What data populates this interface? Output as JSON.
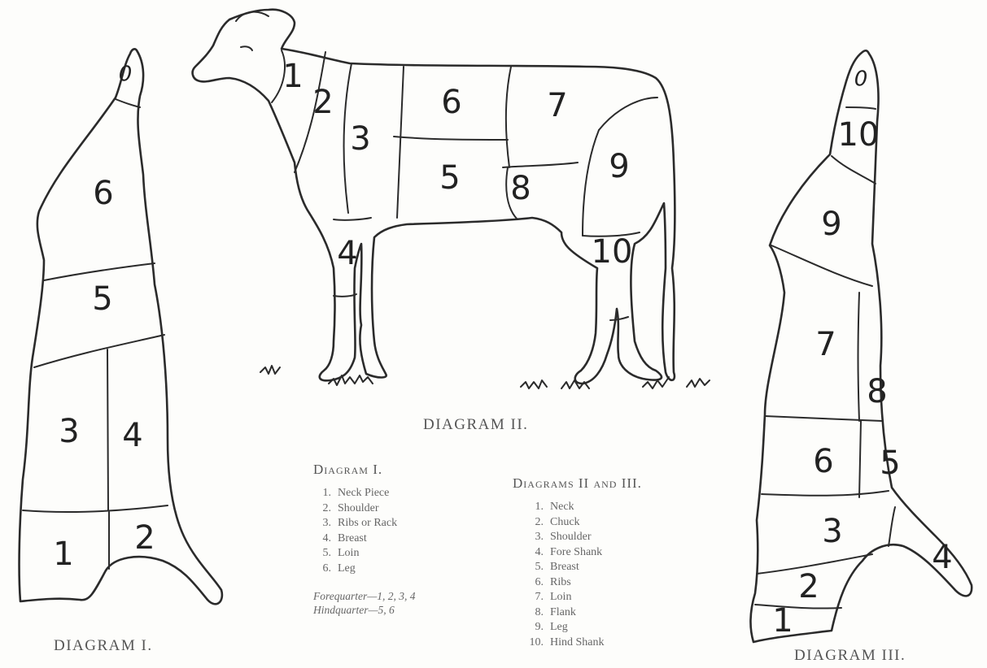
{
  "diagrams": {
    "diagram1": {
      "caption": "DIAGRAM I.",
      "labels": [
        "0",
        "6",
        "5",
        "3",
        "4",
        "1",
        "2"
      ]
    },
    "diagram2": {
      "caption": "DIAGRAM II.",
      "labels": [
        "1",
        "2",
        "3",
        "4",
        "5",
        "6",
        "7",
        "8",
        "9",
        "10"
      ]
    },
    "diagram3": {
      "caption": "DIAGRAM III.",
      "labels": [
        "0",
        "10",
        "9",
        "7",
        "8",
        "6",
        "5",
        "3",
        "4",
        "2",
        "1"
      ]
    }
  },
  "legend1": {
    "title": "Diagram I.",
    "items": [
      {
        "num": "1.",
        "text": "Neck Piece"
      },
      {
        "num": "2.",
        "text": "Shoulder"
      },
      {
        "num": "3.",
        "text": "Ribs or Rack"
      },
      {
        "num": "4.",
        "text": "Breast"
      },
      {
        "num": "5.",
        "text": "Loin"
      },
      {
        "num": "6.",
        "text": "Leg"
      }
    ],
    "forequarter": "Forequarter—1, 2, 3, 4",
    "hindquarter": "Hindquarter—5, 6"
  },
  "legend2": {
    "title": "Diagrams II and III.",
    "items": [
      {
        "num": "1.",
        "text": "Neck"
      },
      {
        "num": "2.",
        "text": "Chuck"
      },
      {
        "num": "3.",
        "text": "Shoulder"
      },
      {
        "num": "4.",
        "text": "Fore Shank"
      },
      {
        "num": "5.",
        "text": "Breast"
      },
      {
        "num": "6.",
        "text": "Ribs"
      },
      {
        "num": "7.",
        "text": "Loin"
      },
      {
        "num": "8.",
        "text": "Flank"
      },
      {
        "num": "9.",
        "text": "Leg"
      },
      {
        "num": "10.",
        "text": "Hind Shank"
      }
    ]
  }
}
